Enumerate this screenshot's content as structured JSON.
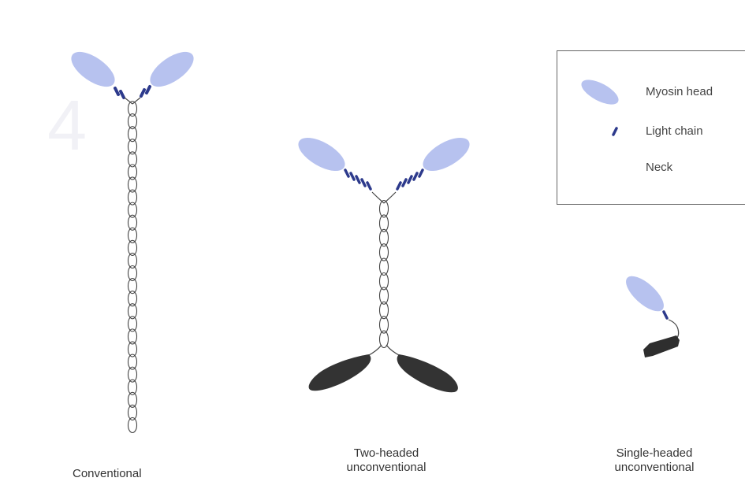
{
  "colors": {
    "myosin_head": "#b7c2ef",
    "light_chain": "#2d3a8c",
    "neck": "#444444",
    "tail_domain": "#333333",
    "background": "#ffffff"
  },
  "legend": {
    "items": [
      {
        "label": "Myosin head",
        "symbol": "ellipse-light-blue"
      },
      {
        "label": "Light chain",
        "symbol": "dash-dark-blue"
      },
      {
        "label": "Neck",
        "symbol": "none"
      }
    ]
  },
  "captions": {
    "conventional": "Conventional",
    "two_headed_line1": "Two-headed",
    "two_headed_line2": "unconventional",
    "single_headed_line1": "Single-headed",
    "single_headed_line2": "unconventional"
  }
}
